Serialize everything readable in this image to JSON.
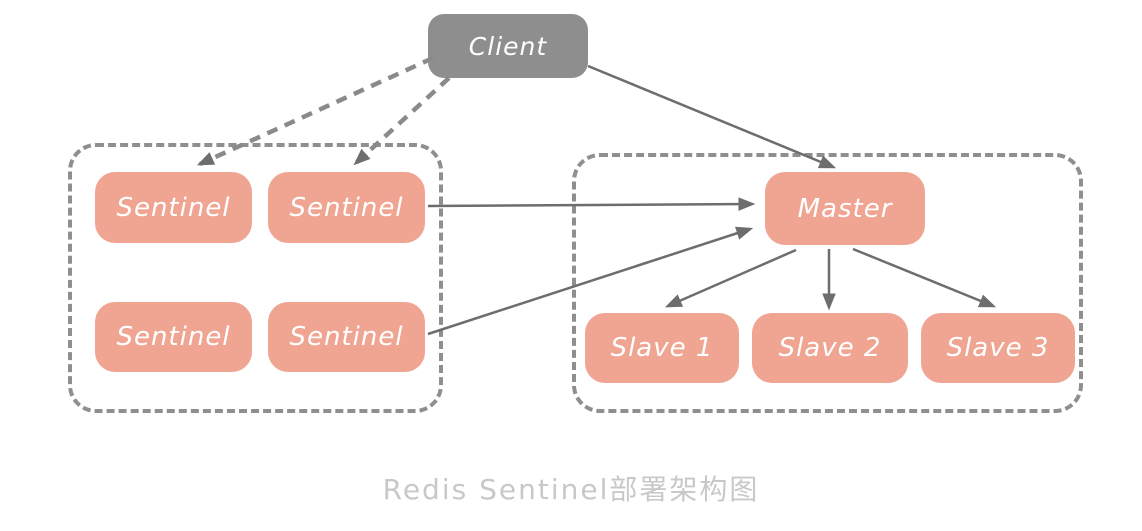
{
  "diagram": {
    "caption": "Redis Sentinel部署架构图",
    "nodes": {
      "client": {
        "label": "Client"
      },
      "sentinel_1": {
        "label": "Sentinel"
      },
      "sentinel_2": {
        "label": "Sentinel"
      },
      "sentinel_3": {
        "label": "Sentinel"
      },
      "sentinel_4": {
        "label": "Sentinel"
      },
      "master": {
        "label": "Master"
      },
      "slave_1": {
        "label": "Slave 1"
      },
      "slave_2": {
        "label": "Slave 2"
      },
      "slave_3": {
        "label": "Slave 3"
      }
    },
    "groups": {
      "sentinel_cluster": {
        "contains": [
          "sentinel_1",
          "sentinel_2",
          "sentinel_3",
          "sentinel_4"
        ]
      },
      "master_slave_cluster": {
        "contains": [
          "master",
          "slave_1",
          "slave_2",
          "slave_3"
        ]
      }
    },
    "edges": [
      {
        "from": "client",
        "to": "sentinel_1",
        "style": "dashed-arrow"
      },
      {
        "from": "client",
        "to": "sentinel_2",
        "style": "dashed-arrow"
      },
      {
        "from": "client",
        "to": "master",
        "style": "solid-arrow"
      },
      {
        "from": "sentinel_2",
        "to": "master",
        "style": "solid-arrow"
      },
      {
        "from": "sentinel_4",
        "to": "master",
        "style": "solid-arrow"
      },
      {
        "from": "master",
        "to": "slave_1",
        "style": "solid-arrow"
      },
      {
        "from": "master",
        "to": "slave_2",
        "style": "solid-arrow"
      },
      {
        "from": "master",
        "to": "slave_3",
        "style": "solid-arrow"
      }
    ],
    "colors": {
      "node_fill": "#f0a593",
      "client_fill": "#8e8e8e",
      "node_text": "#ffffff",
      "cluster_border": "#8f8f8f",
      "arrow": "#6d6d6d",
      "caption_text": "#c8c8c8",
      "background": "#ffffff"
    }
  }
}
